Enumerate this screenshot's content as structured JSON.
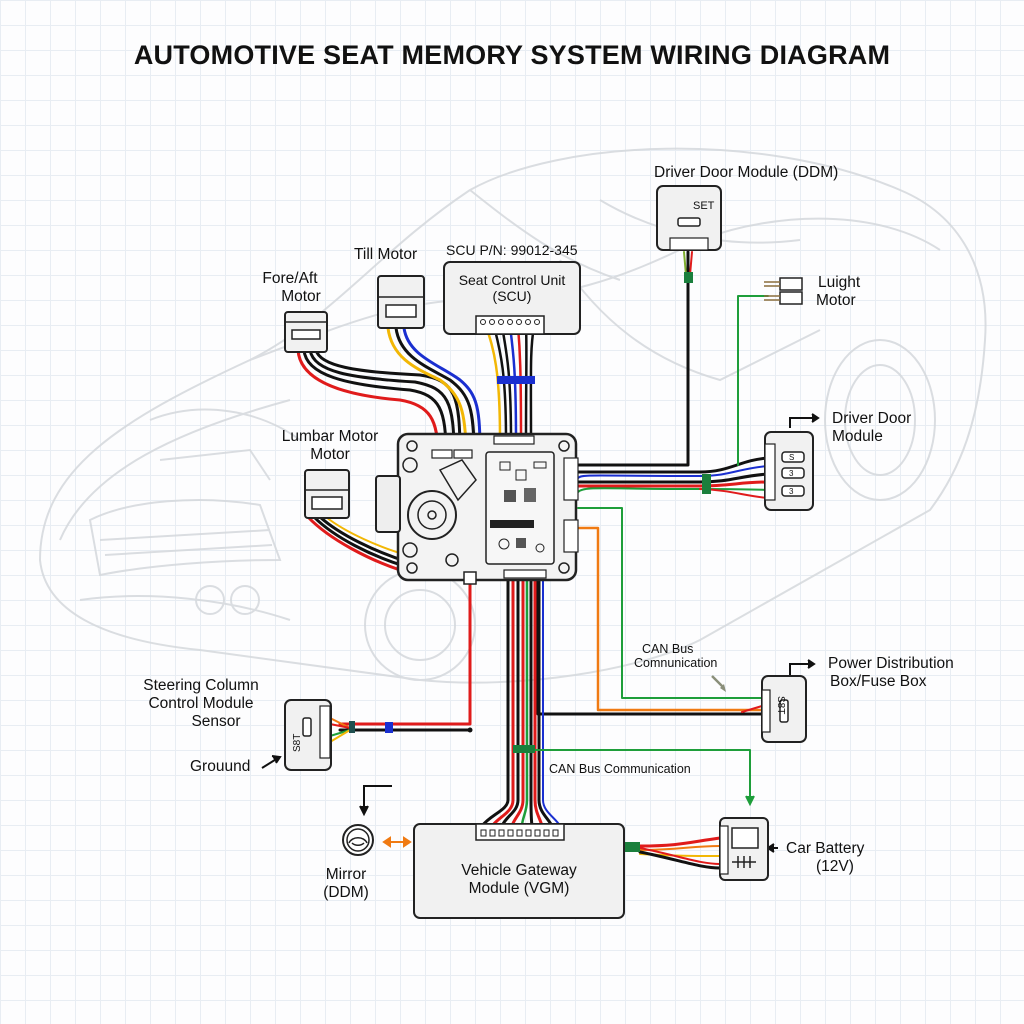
{
  "title": "AUTOMOTIVE SEAT MEMORY SYSTEM WIRING DIAGRAM",
  "components": {
    "fore_aft_motor": {
      "label_line1": "Fore/Aft",
      "label_line2": "Motor"
    },
    "tilt_motor": {
      "label": "Till Motor"
    },
    "scu": {
      "part_number": "SCU P/N: 99012-345",
      "label_line1": "Seat Control Unit",
      "label_line2": "(SCU)"
    },
    "driver_door_module_top": {
      "label": "Driver Door Module (DDM)",
      "button_label": "SET"
    },
    "light_motor": {
      "label_line1": "Luight",
      "label_line2": "Motor"
    },
    "lumbar_motor": {
      "label_line1": "Lumbar Motor",
      "label_line2": "Motor"
    },
    "driver_door_module_right": {
      "label_line1": "Driver Door",
      "label_line2": "Module",
      "buttons": [
        "S",
        "3",
        "3"
      ]
    },
    "power_distribution": {
      "label_line1": "Power Distribution",
      "label_line2": "Box/Fuse Box",
      "tag": "S8T"
    },
    "steering_column": {
      "label_line1": "Steering Column",
      "label_line2": "Control Module",
      "label_line3": "Sensor",
      "tag": "S8T"
    },
    "ground": {
      "label": "Grouund"
    },
    "mirror": {
      "label_line1": "Mirror",
      "label_line2": "(DDM)"
    },
    "vgm": {
      "label_line1": "Vehicle Gateway",
      "label_line2": "Module (VGM)"
    },
    "car_battery": {
      "label_line1": "Car Battery",
      "label_line2": "(12V)"
    }
  },
  "annotations": {
    "can_bus_1_line1": "CAN Bus",
    "can_bus_1_line2": "Comnunication",
    "can_bus_2": "CAN Bus Communication"
  },
  "wire_colors": {
    "red": "#e01b1b",
    "black": "#111111",
    "yellow": "#f2b705",
    "blue": "#1a2fd0",
    "green": "#1e9e3a",
    "orange": "#f07a12",
    "connector_green": "#1a7f3c",
    "connector_blue": "#1a2fd0"
  }
}
